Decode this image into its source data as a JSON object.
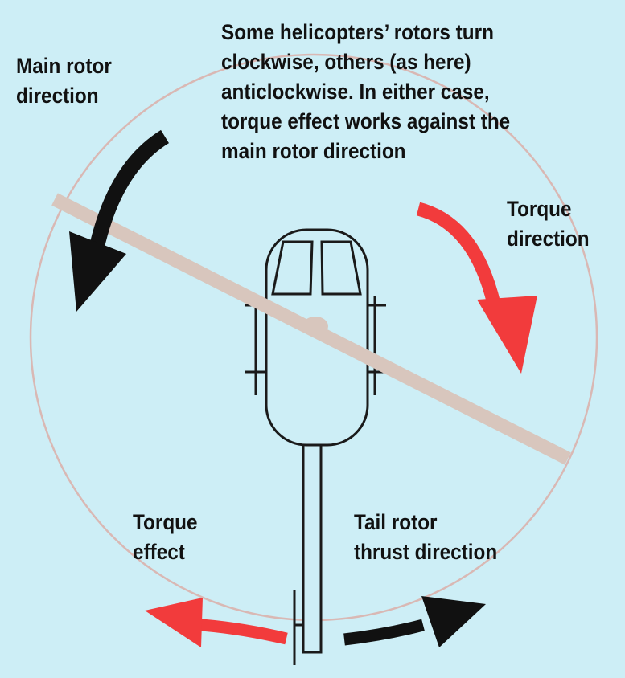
{
  "note": {
    "lines": [
      "Some helicopters’ rotors turn",
      "clockwise, others (as here)",
      "anticlockwise. In either case,",
      "torque effect works against the",
      "main rotor direction"
    ]
  },
  "labels": {
    "main_rotor": [
      "Main rotor",
      "direction"
    ],
    "torque_direction": [
      "Torque",
      "direction"
    ],
    "torque_effect": [
      "Torque",
      "effect"
    ],
    "tail_rotor": [
      "Tail rotor",
      "thrust direction"
    ]
  },
  "colors": {
    "background": "#cdeef6",
    "circle": "#d9b8b4",
    "rotor_blade": "#d8c6bd",
    "red_arrow": "#f23b3c",
    "black_arrow": "#111111",
    "outline": "#1a1a1a"
  }
}
